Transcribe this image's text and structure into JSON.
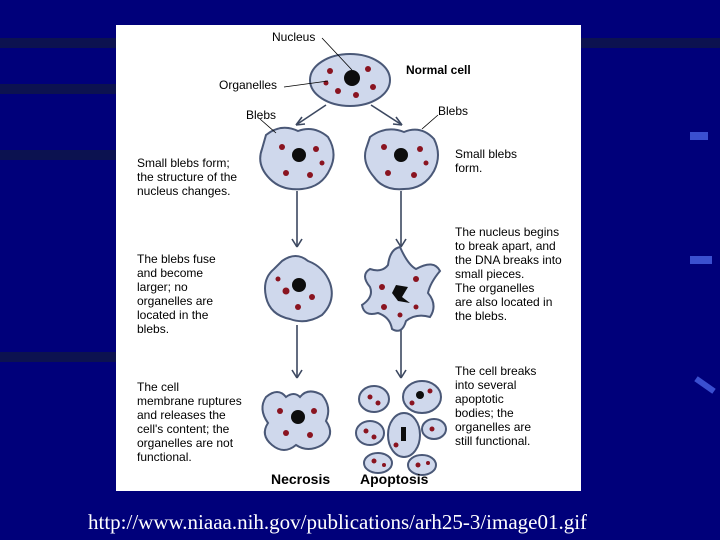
{
  "figure": {
    "labels": {
      "nucleus": "Nucleus",
      "organelles": "Organelles",
      "normal_cell": "Normal cell",
      "blebs_left": "Blebs",
      "blebs_right": "Blebs"
    },
    "necrosis_steps": [
      [
        "Small blebs form;",
        "the structure of the",
        "nucleus changes."
      ],
      [
        "The blebs fuse",
        "and become",
        "larger; no",
        "organelles are",
        "located in the",
        "blebs."
      ],
      [
        "The cell",
        "membrane ruptures",
        "and releases the",
        "cell's content; the",
        "organelles are not",
        "functional."
      ]
    ],
    "apoptosis_steps": [
      [
        "Small blebs",
        "form."
      ],
      [
        "The nucleus begins",
        "to break apart, and",
        "the DNA breaks into",
        "small pieces.",
        "The organelles",
        "are also located in",
        "the blebs."
      ],
      [
        "The cell breaks",
        "into several",
        "apoptotic",
        "bodies; the",
        "organelles are",
        "still functional."
      ]
    ],
    "captions": {
      "necrosis": "Necrosis",
      "apoptosis": "Apoptosis"
    },
    "colors": {
      "cell_fill": "#cfd8ec",
      "cell_outline": "#4a5877",
      "organelle": "#8a1420",
      "nucleus": "#0d0d0d"
    }
  },
  "slide": {
    "background": "#00007a",
    "url": "http://www.niaaa.nih.gov/publications/arh25-3/image01.gif"
  }
}
